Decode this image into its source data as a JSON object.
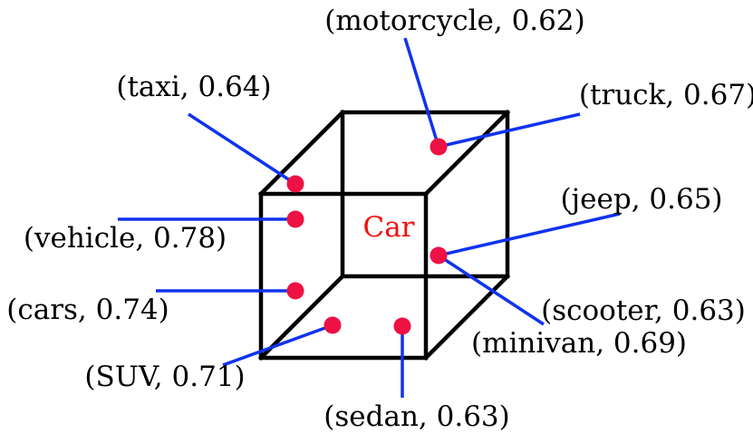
{
  "diagram": {
    "center_label": "Car",
    "colors": {
      "cube": "#000000",
      "point": "#ee1144",
      "leader_line": "#1133ee",
      "center_label": "#ee1111",
      "text": "#000000"
    },
    "neighbors": [
      {
        "label": "(motorcycle, 0.62)"
      },
      {
        "label": "(taxi, 0.64)"
      },
      {
        "label": "(truck, 0.67)"
      },
      {
        "label": "(jeep, 0.65)"
      },
      {
        "label": "(vehicle, 0.78)"
      },
      {
        "label": "(cars, 0.74)"
      },
      {
        "label": "(scooter, 0.63)"
      },
      {
        "label": "(minivan, 0.69)"
      },
      {
        "label": "(SUV, 0.71)"
      },
      {
        "label": "(sedan, 0.63)"
      }
    ]
  }
}
